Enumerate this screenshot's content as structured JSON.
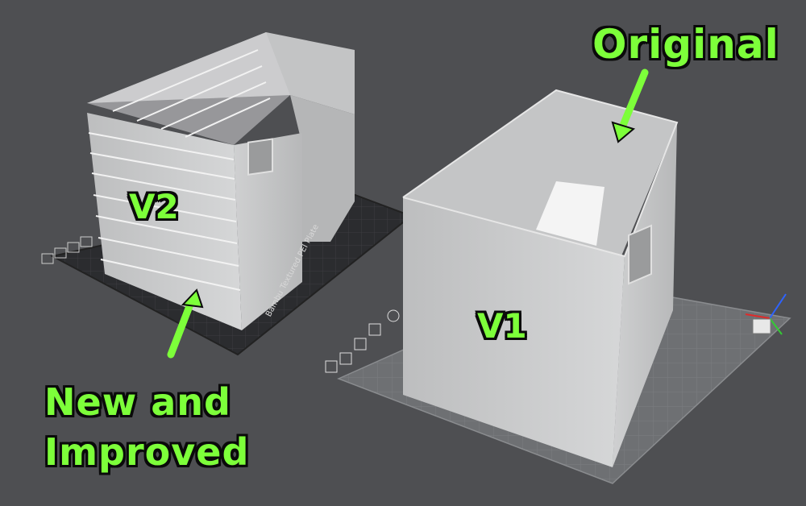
{
  "labels": {
    "original": "Original",
    "new_line1": "New and",
    "new_line2": "Improved",
    "v2": "V2",
    "v1": "V1"
  },
  "plate_text": "Bambu Textured PEI Plate",
  "colors": {
    "background": "#4e4f52",
    "annotation": "#7dff3a",
    "dark_plate": "#2a2b2e",
    "light_plate": "#6e7073",
    "model": "#c9cacb"
  },
  "icons": [
    "plate-close-icon",
    "plate-arrange-icon",
    "plate-orient-icon",
    "plate-lock-icon",
    "plate-settings-icon"
  ]
}
